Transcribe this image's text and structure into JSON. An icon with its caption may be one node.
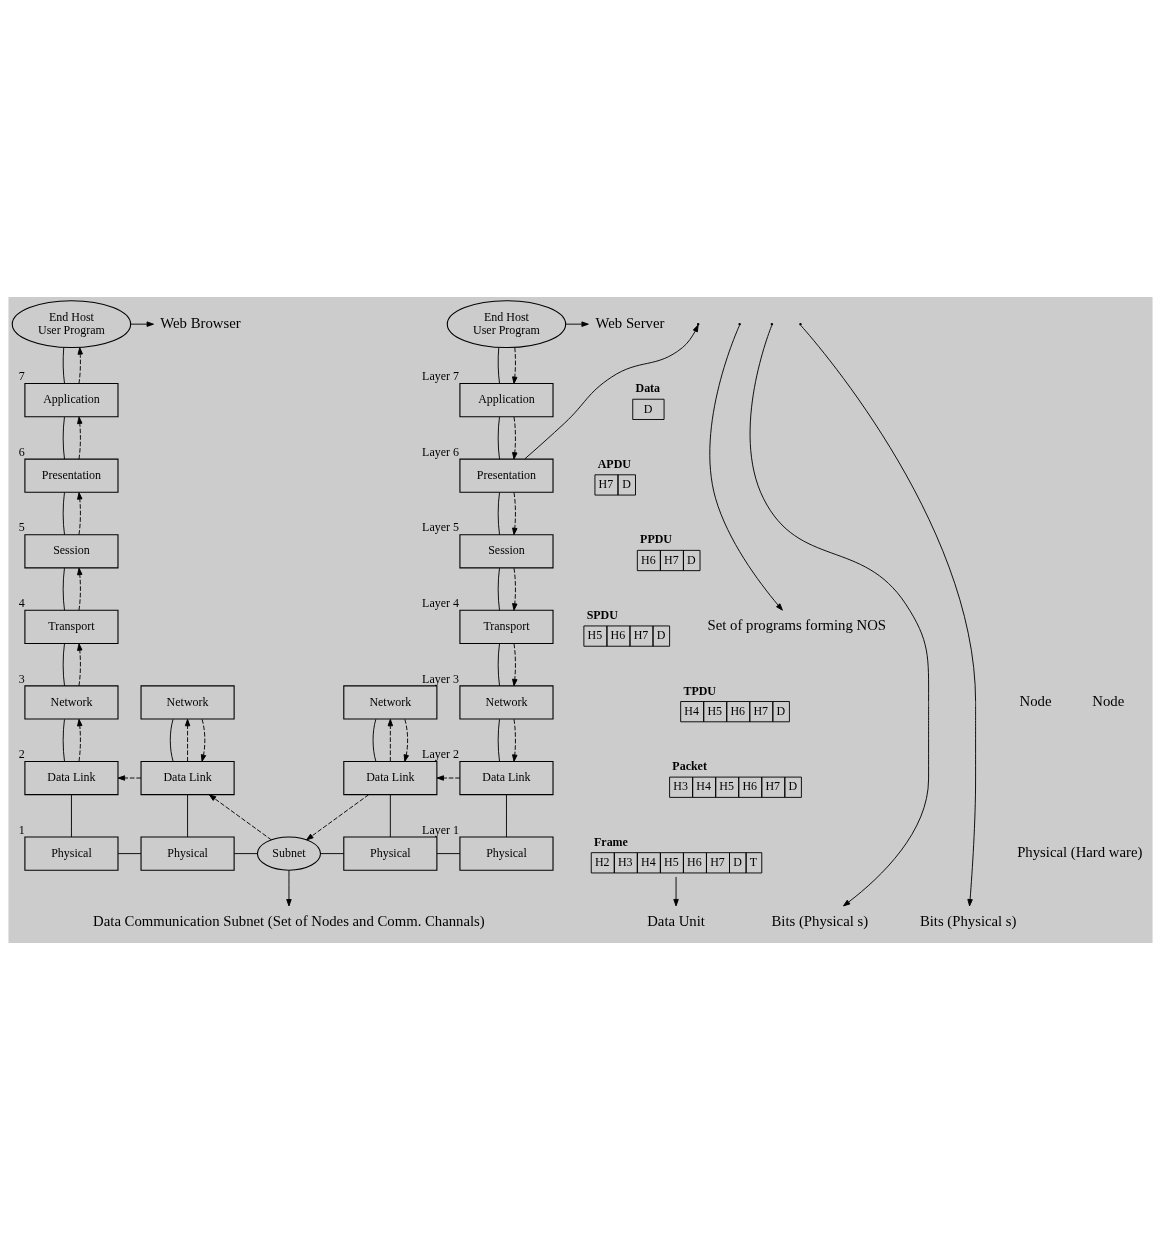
{
  "diagram": {
    "nodes": [
      {
        "text": [
          "End Host",
          "User Program"
        ]
      },
      {
        "text": [
          "Web Browser"
        ]
      },
      {
        "text": [
          "End Host",
          "User Program"
        ]
      },
      {
        "text": [
          "Web Server"
        ]
      },
      {
        "text": [
          "Data",
          "D"
        ]
      },
      {
        "text": [
          "Application"
        ],
        "beside": [
          "7"
        ]
      },
      {
        "text": [
          "Application"
        ],
        "beside": [
          "Layer 7"
        ]
      },
      {
        "text": [
          "APDU",
          "H7",
          "D"
        ]
      },
      {
        "text": [
          "Presentation"
        ],
        "beside": [
          "6"
        ]
      },
      {
        "text": [
          "Presentation"
        ],
        "beside": [
          "Layer 6"
        ]
      },
      {
        "text": [
          "PPDU",
          "H6",
          "H7",
          "D"
        ]
      },
      {
        "text": [
          "Session"
        ],
        "beside": [
          "5"
        ]
      },
      {
        "text": [
          "Session"
        ],
        "beside": [
          "Layer 5"
        ]
      },
      {
        "text": [
          "SPDU",
          "H5",
          "H6",
          "H7",
          "D"
        ]
      },
      {
        "text": [
          "Transport"
        ],
        "beside": [
          "4"
        ]
      },
      {
        "text": [
          "Transport"
        ],
        "beside": [
          "Layer 4"
        ]
      },
      {
        "text": [
          "Set of programs forming NOS"
        ]
      },
      {
        "text": [
          "TPDU",
          "H4",
          "H5",
          "H6",
          "H7",
          "D"
        ]
      },
      {
        "text": [
          "Network"
        ],
        "beside": [
          "3"
        ]
      },
      {
        "text": [
          "Network"
        ]
      },
      {
        "text": [
          "Network"
        ]
      },
      {
        "text": [
          "Network"
        ],
        "beside": [
          "Layer 3"
        ]
      },
      {
        "text": [
          "Packet",
          "H3",
          "H4",
          "H5",
          "H6",
          "H7",
          "D"
        ]
      },
      {
        "text": [
          "Data Link"
        ],
        "beside": [
          "2"
        ]
      },
      {
        "text": [
          "Data Link"
        ]
      },
      {
        "text": [
          "Data Link"
        ]
      },
      {
        "text": [
          "Data Link"
        ],
        "beside": [
          "Layer 2"
        ]
      },
      {
        "text": [
          "Frame",
          "H2",
          "H3",
          "H4",
          "H5",
          "H6",
          "H7",
          "D",
          "T"
        ]
      },
      {
        "text": [
          "Physical"
        ],
        "beside": [
          "1"
        ]
      },
      {
        "text": [
          "Physical"
        ]
      },
      {
        "text": [
          "Subnet"
        ]
      },
      {
        "text": [
          "Physical"
        ]
      },
      {
        "text": [
          "Physical"
        ],
        "beside": [
          "Layer 1"
        ]
      },
      {
        "text": [
          "Data Unit"
        ]
      },
      {
        "text": [
          "Bits (Physical s)"
        ]
      },
      {
        "text": [
          "Data Communication Subnet (Set of Nodes and Comm. Channals)"
        ]
      },
      {
        "text": [
          "Bits (Physical s)"
        ]
      }
    ],
    "edges": [
      {
        "from": 0,
        "to": 5,
        "arrow": "none"
      },
      {
        "from": 5,
        "to": 8,
        "arrow": "none"
      },
      {
        "from": 8,
        "to": 11,
        "arrow": "none"
      },
      {
        "from": 11,
        "to": 14,
        "arrow": "none"
      },
      {
        "from": 14,
        "to": 18,
        "arrow": "none"
      },
      {
        "from": 18,
        "to": 23,
        "arrow": "none"
      },
      {
        "from": 23,
        "to": 28,
        "arrow": "none"
      },
      {
        "from": 28,
        "to": 29,
        "arrow": "none"
      },
      {
        "from": 19,
        "to": 24,
        "arrow": "none"
      },
      {
        "from": 24,
        "to": 29,
        "arrow": "none"
      },
      {
        "from": 29,
        "to": 30,
        "arrow": "none"
      },
      {
        "from": 30,
        "to": 31,
        "arrow": "none"
      },
      {
        "from": 20,
        "to": 25,
        "arrow": "none"
      },
      {
        "from": 25,
        "to": 31,
        "arrow": "none"
      },
      {
        "from": 31,
        "to": 32,
        "arrow": "none"
      },
      {
        "from": 2,
        "to": 6,
        "arrow": "none"
      },
      {
        "from": 6,
        "to": 9,
        "arrow": "none"
      },
      {
        "from": 9,
        "to": 12,
        "arrow": "none"
      },
      {
        "from": 12,
        "to": 15,
        "arrow": "none"
      },
      {
        "from": 15,
        "to": 21,
        "arrow": "none"
      },
      {
        "from": 21,
        "to": 26,
        "arrow": "none"
      },
      {
        "from": 26,
        "to": 32,
        "arrow": "none"
      },
      {
        "from": 0,
        "to": 1,
        "arrow": "to"
      },
      {
        "from": 2,
        "to": 3,
        "arrow": "to"
      },
      {
        "from": 27,
        "to": 33,
        "arrow": "to"
      },
      {
        "from": null,
        "to": 34,
        "arrow": "to"
      },
      {
        "from": 30,
        "to": 35,
        "arrow": "to"
      },
      {
        "from": null,
        "to": 36,
        "arrow": "to"
      },
      {
        "from": 9,
        "to": null,
        "arrow": "to"
      },
      {
        "from": null,
        "to": 16,
        "arrow": "to"
      },
      {
        "from": 2,
        "to": 6,
        "arrow": "to",
        "style": "dashed"
      },
      {
        "from": 6,
        "to": 9,
        "arrow": "to",
        "style": "dashed"
      },
      {
        "from": 9,
        "to": 12,
        "arrow": "to",
        "style": "dashed"
      },
      {
        "from": 12,
        "to": 15,
        "arrow": "to",
        "style": "dashed"
      },
      {
        "from": 15,
        "to": 21,
        "arrow": "to",
        "style": "dashed"
      },
      {
        "from": 21,
        "to": 26,
        "arrow": "to",
        "style": "dashed"
      },
      {
        "from": 26,
        "to": 25,
        "arrow": "to",
        "style": "dashed"
      },
      {
        "from": 25,
        "to": 20,
        "arrow": "to",
        "style": "dashed"
      },
      {
        "from": 20,
        "to": 25,
        "arrow": "to",
        "style": "dashed"
      },
      {
        "from": 25,
        "to": 30,
        "arrow": "to",
        "style": "dashed"
      },
      {
        "from": 30,
        "to": 24,
        "arrow": "to",
        "style": "dashed"
      },
      {
        "from": 24,
        "to": 19,
        "arrow": "to",
        "style": "dashed"
      },
      {
        "from": 19,
        "to": 24,
        "arrow": "to",
        "style": "dashed"
      },
      {
        "from": 24,
        "to": 23,
        "arrow": "to",
        "style": "dashed"
      },
      {
        "from": 23,
        "to": 18,
        "arrow": "to",
        "style": "dashed"
      },
      {
        "from": 18,
        "to": 14,
        "arrow": "to",
        "style": "dashed"
      },
      {
        "from": 14,
        "to": 11,
        "arrow": "to",
        "style": "dashed"
      },
      {
        "from": 11,
        "to": 8,
        "arrow": "to",
        "style": "dashed"
      },
      {
        "from": 8,
        "to": 5,
        "arrow": "to",
        "style": "dashed"
      },
      {
        "from": 5,
        "to": 0,
        "arrow": "to",
        "style": "dashed"
      }
    ],
    "labels": [
      "Node",
      "Node",
      "Physical (Hard ware)"
    ]
  }
}
